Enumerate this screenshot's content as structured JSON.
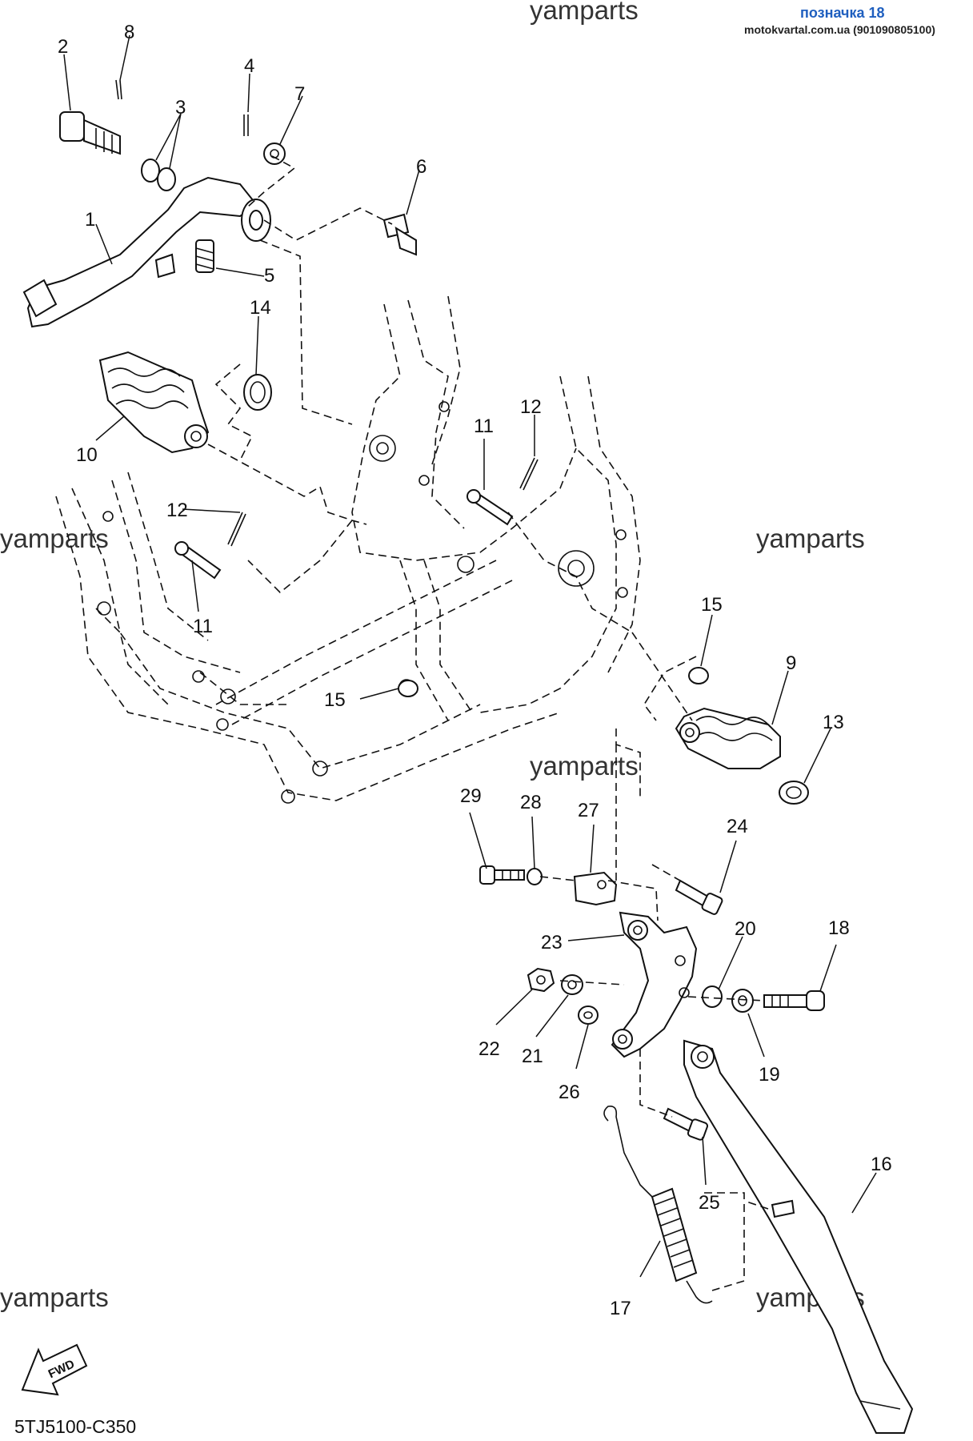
{
  "watermarks": [
    "yamparts",
    "yamparts",
    "yamparts",
    "yamparts",
    "yamparts",
    "yamparts"
  ],
  "header": {
    "tag": "позначка 18",
    "site": "motokvartal.com.ua (901090805100)"
  },
  "diagram_code": "5TJ5100-C350",
  "fwd_label": "FWD",
  "callouts": [
    "1",
    "2",
    "3",
    "4",
    "5",
    "6",
    "7",
    "8",
    "9",
    "10",
    "11",
    "11",
    "12",
    "12",
    "13",
    "14",
    "15",
    "15",
    "16",
    "17",
    "18",
    "19",
    "20",
    "21",
    "22",
    "23",
    "24",
    "25",
    "26",
    "27",
    "28",
    "29"
  ],
  "icons": {
    "fwd": "fwd-arrow-icon"
  }
}
